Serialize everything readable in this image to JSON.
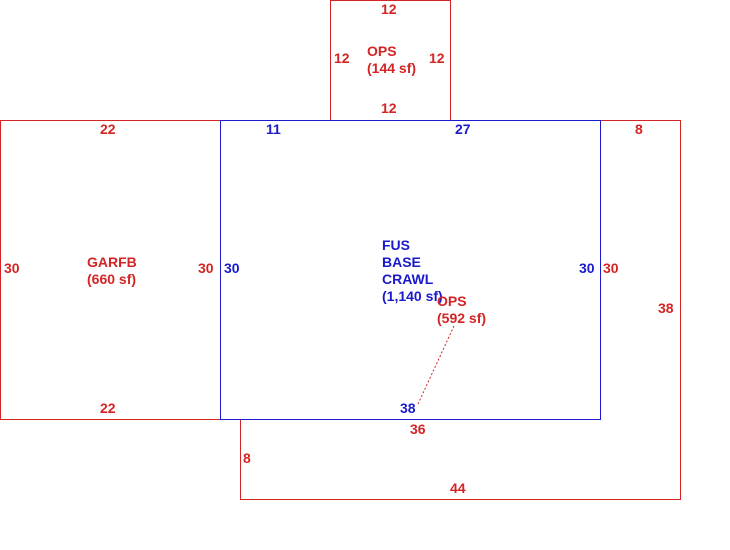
{
  "colors": {
    "addition": "#d42424",
    "main": "#1a1acc"
  },
  "areas": {
    "ops_top": {
      "name": "OPS",
      "area": "(144 sf)"
    },
    "garage": {
      "name": "GARFB",
      "area": "(660 sf)"
    },
    "main": {
      "line1": "FUS",
      "line2": "BASE",
      "line3": "CRAWL",
      "area": "(1,140 sf)"
    },
    "ops_right": {
      "name": "OPS",
      "area": "(592 sf)"
    }
  },
  "dimensions": {
    "ops_top_top": "12",
    "ops_top_left": "12",
    "ops_top_right": "12",
    "ops_top_bottom": "12",
    "garage_top": "22",
    "garage_left": "30",
    "garage_right": "30",
    "garage_bottom": "22",
    "main_top_left": "11",
    "main_top_right": "27",
    "main_left": "30",
    "main_right": "30",
    "main_bottom": "38",
    "ops_right_top": "8",
    "ops_right_left": "30",
    "ops_right_side": "38",
    "ops_right_under": "36",
    "ops_right_drop": "8",
    "ops_right_bottom": "44"
  }
}
